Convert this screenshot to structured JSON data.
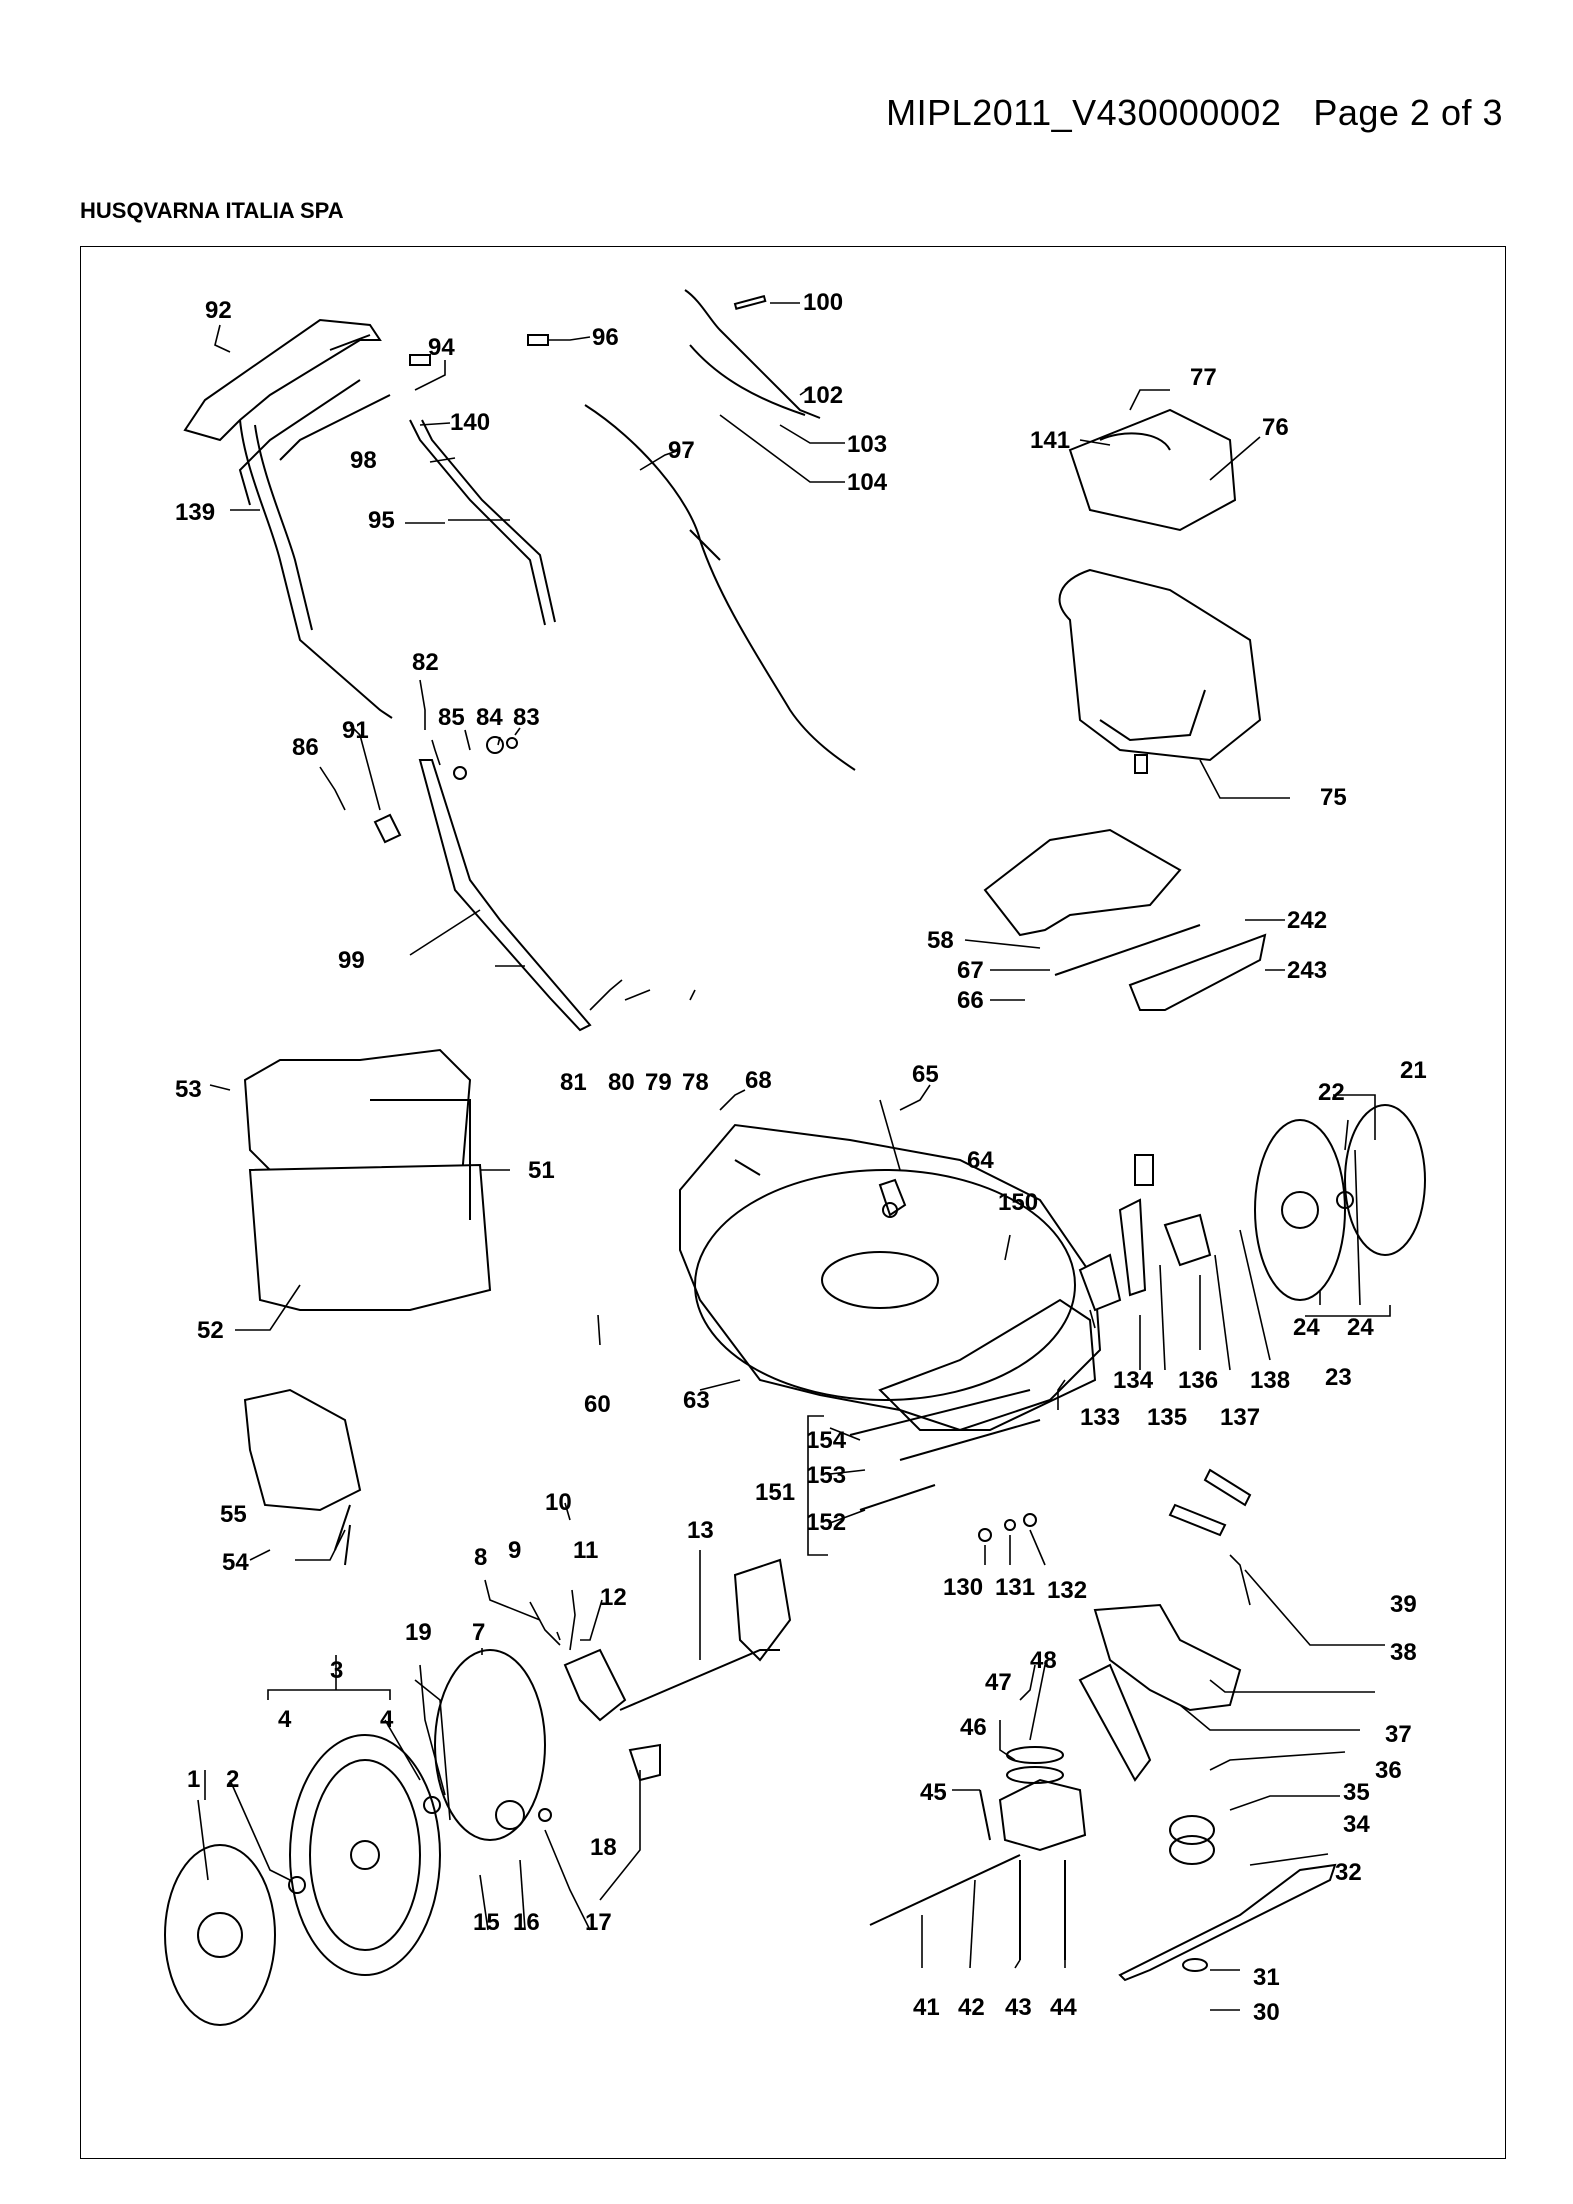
{
  "header": {
    "doc_code": "MIPL2011_V430000002",
    "page_label": "Page 2 of 3",
    "company": "HUSQVARNA ITALIA SPA"
  },
  "callouts": [
    "1",
    "2",
    "3",
    "4",
    "4",
    "7",
    "8",
    "9",
    "10",
    "11",
    "12",
    "13",
    "15",
    "16",
    "17",
    "18",
    "19",
    "21",
    "22",
    "23",
    "24",
    "24",
    "30",
    "31",
    "32",
    "34",
    "35",
    "36",
    "37",
    "38",
    "39",
    "41",
    "42",
    "43",
    "44",
    "45",
    "46",
    "47",
    "48",
    "51",
    "52",
    "53",
    "54",
    "55",
    "58",
    "60",
    "63",
    "64",
    "65",
    "66",
    "67",
    "68",
    "75",
    "76",
    "77",
    "78",
    "79",
    "80",
    "81",
    "82",
    "83",
    "84",
    "85",
    "86",
    "91",
    "92",
    "94",
    "95",
    "96",
    "97",
    "98",
    "99",
    "100",
    "102",
    "103",
    "104",
    "130",
    "131",
    "132",
    "133",
    "134",
    "135",
    "136",
    "137",
    "138",
    "139",
    "140",
    "141",
    "150",
    "151",
    "152",
    "153",
    "154",
    "242",
    "243"
  ]
}
